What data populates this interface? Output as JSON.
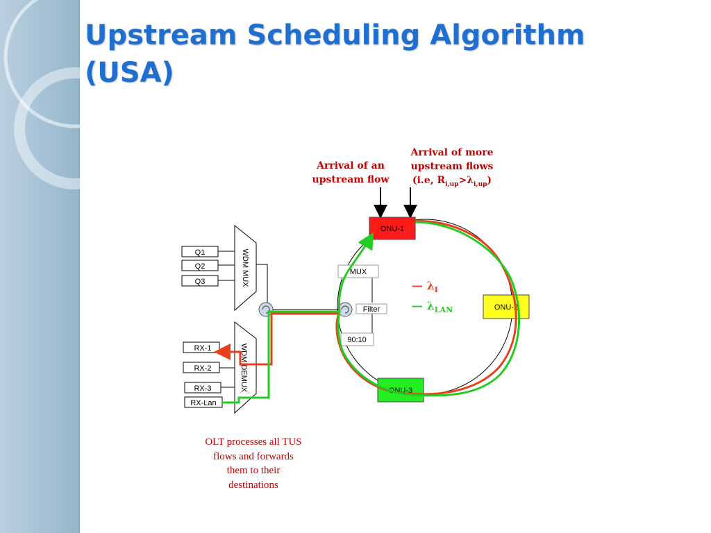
{
  "title": {
    "line1": "Upstream Scheduling Algorithm",
    "line2": "(USA)"
  },
  "annotations": {
    "arrival_single": {
      "line1": "Arrival of an",
      "line2": "upstream flow"
    },
    "arrival_more": {
      "line1": "Arrival of more",
      "line2": "upstream flows",
      "line3_prefix": "(i.e, R",
      "line3_sub1": "i,up",
      "line3_mid": ">λ",
      "line3_sub2": "i,up",
      "line3_suffix": ")"
    }
  },
  "queues": [
    "Q1",
    "Q2",
    "Q3"
  ],
  "receivers": [
    "RX-1",
    "RX-2",
    "RX-3",
    "RX-Lan"
  ],
  "mux_label": "WDM MUX",
  "demux_label": "WDM DEMUX",
  "onus": [
    "ONU-1",
    "ONU-2",
    "ONU-3"
  ],
  "ring_components": {
    "mux": "MUX",
    "filter": "Filter",
    "splitter": "90:10"
  },
  "legend": [
    {
      "symbol": "λ",
      "sub": "I",
      "color": "#e8401c"
    },
    {
      "symbol": "λ",
      "sub": "LAN",
      "color": "#22cc22"
    }
  ],
  "caption": {
    "line1": "OLT processes all TUS",
    "line2": "flows and forwards",
    "line3": "them to their",
    "line4": "destinations"
  },
  "colors": {
    "title": "#1f6fd0",
    "annotation": "#c00000",
    "lambda_i": "#e8401c",
    "lambda_lan": "#22cc22",
    "onu1": "#ff1a1a",
    "onu2": "#ffff22",
    "onu3": "#22ee22"
  }
}
